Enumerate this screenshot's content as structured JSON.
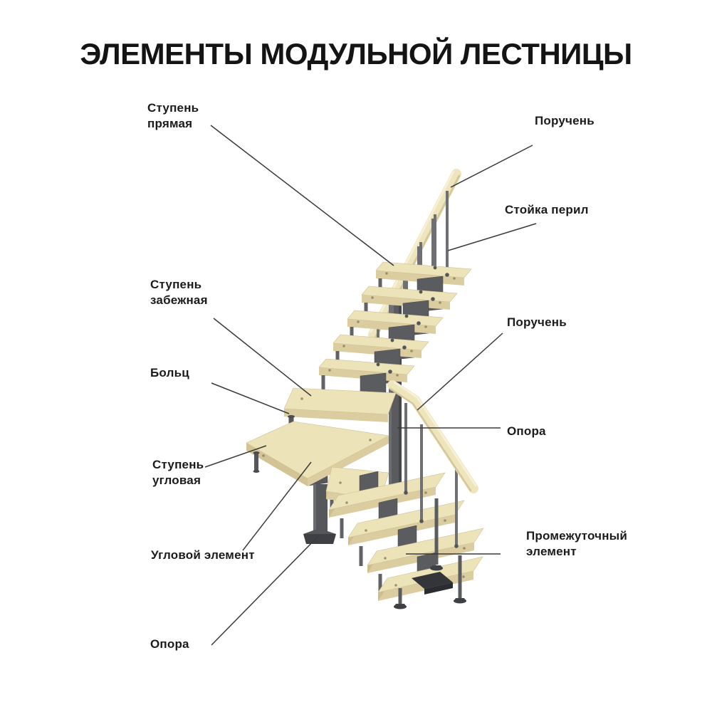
{
  "title": "ЭЛЕМЕНТЫ МОДУЛЬНОЙ ЛЕСТНИЦЫ",
  "labels": {
    "stupen_pryamaya": "Ступень\nпрямая",
    "poruchen_top": "Поручень",
    "stoyka_peril": "Стойка перил",
    "stupen_zabezhnaya": "Ступень\nзабежная",
    "bolts": "Больц",
    "stupen_uglovaya": "Ступень\nугловая",
    "uglovoy_element": "Угловой элемент",
    "opora_bottom": "Опора",
    "poruchen_right": "Поручень",
    "opora_right": "Опора",
    "promezhutochnyy_element": "Промежуточный\nэлемент"
  },
  "colors": {
    "background": "#FFFFFF",
    "wood_top": "#EDE3B8",
    "wood_front": "#DBCDA0",
    "wood_side": "#CDBE8E",
    "handrail": "#EFE5BD",
    "metal": "#5A5C60",
    "metal_dark": "#3E4044",
    "label_text": "#1B1B1B",
    "leader_line": "#3A3A3A"
  }
}
